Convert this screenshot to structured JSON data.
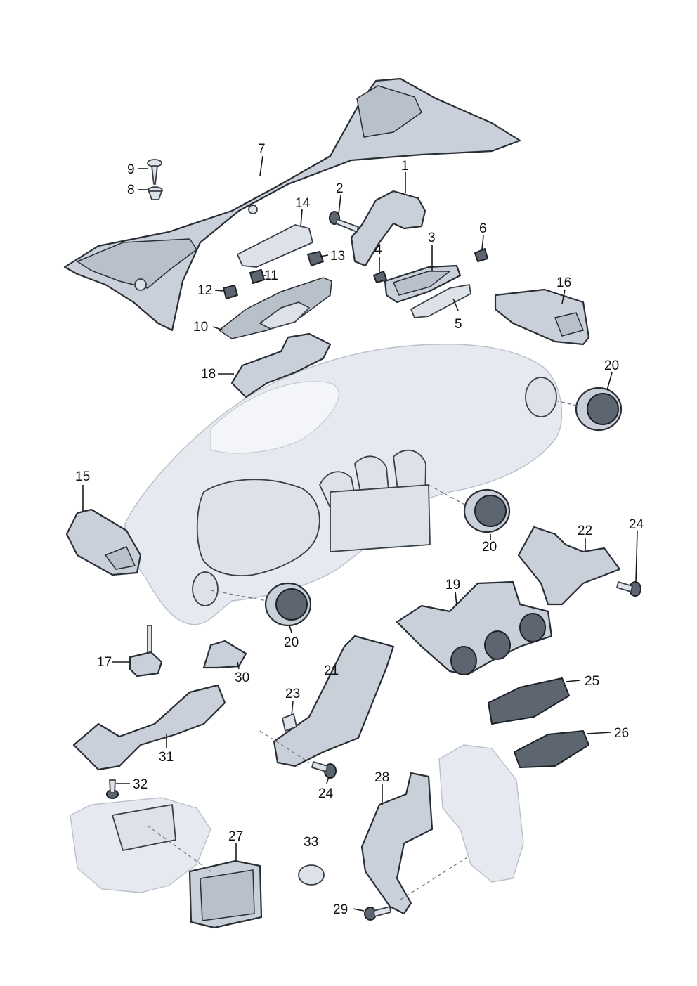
{
  "diagram": {
    "labels": {
      "c1": "1",
      "c2": "2",
      "c3": "3",
      "c4": "4",
      "c5": "5",
      "c6": "6",
      "c7": "7",
      "c8": "8",
      "c9": "9",
      "c10": "10",
      "c11": "11",
      "c12": "12",
      "c13": "13",
      "c14": "14",
      "c15": "15",
      "c16": "16",
      "c17": "17",
      "c18": "18",
      "c19": "19",
      "c20a": "20",
      "c20b": "20",
      "c20c": "20",
      "c21": "21",
      "c22": "22",
      "c23": "23",
      "c24a": "24",
      "c24b": "24",
      "c25": "25",
      "c26": "26",
      "c27": "27",
      "c28": "28",
      "c29": "29",
      "c30": "30",
      "c31": "31",
      "c32": "32",
      "c33": "33"
    }
  }
}
